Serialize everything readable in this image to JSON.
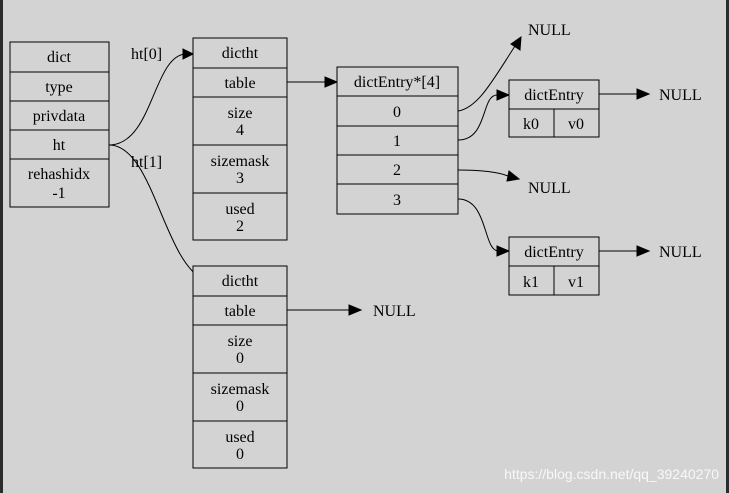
{
  "dict": {
    "title": "dict",
    "type": "type",
    "privdata": "privdata",
    "ht": "ht",
    "rehashidx_label": "rehashidx",
    "rehashidx_value": "-1"
  },
  "edges": {
    "ht0": "ht[0]",
    "ht1": "ht[1]"
  },
  "dictht0": {
    "title": "dictht",
    "table": "table",
    "size_label": "size",
    "size_value": "4",
    "sizemask_label": "sizemask",
    "sizemask_value": "3",
    "used_label": "used",
    "used_value": "2"
  },
  "dictht1": {
    "title": "dictht",
    "table": "table",
    "size_label": "size",
    "size_value": "0",
    "sizemask_label": "sizemask",
    "sizemask_value": "0",
    "used_label": "used",
    "used_value": "0"
  },
  "table_array": {
    "title": "dictEntry*[4]",
    "slots": [
      "0",
      "1",
      "2",
      "3"
    ]
  },
  "entry1": {
    "title": "dictEntry",
    "key": "k0",
    "value": "v0"
  },
  "entry2": {
    "title": "dictEntry",
    "key": "k1",
    "value": "v1"
  },
  "nulls": {
    "slot0": "NULL",
    "entry1_next": "NULL",
    "slot2": "NULL",
    "entry2_next": "NULL",
    "dictht1_table": "NULL"
  },
  "watermark": "https://blog.csdn.net/qq_39240270"
}
